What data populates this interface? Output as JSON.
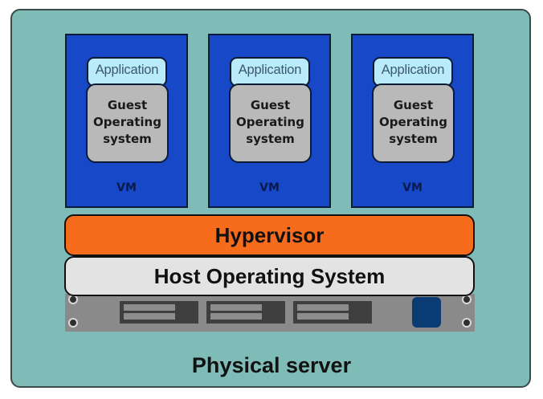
{
  "diagram": {
    "title": "Physical server",
    "colors": {
      "server_background": "#7fbcb7",
      "vm_background": "#1648c8",
      "application_background": "#b9ebfb",
      "guest_os_background": "#b9b9b9",
      "hypervisor_background": "#f76b1c",
      "host_os_background": "#e3e3e3",
      "chassis_background": "#8a8a8a",
      "power_button": "#0a3b73"
    },
    "vms": [
      {
        "label": "VM",
        "application": "Application",
        "guest_os": "Guest Operating system",
        "guest_os_lines": [
          "Guest",
          "Operating",
          "system"
        ]
      },
      {
        "label": "VM",
        "application": "Application",
        "guest_os": "Guest Operating system",
        "guest_os_lines": [
          "Guest",
          "Operating",
          "system"
        ]
      },
      {
        "label": "VM",
        "application": "Application",
        "guest_os": "Guest Operating system",
        "guest_os_lines": [
          "Guest",
          "Operating",
          "system"
        ]
      }
    ],
    "hypervisor": "Hypervisor",
    "host_os": "Host Operating System",
    "hardware": {
      "drive_bays": 3,
      "power_button": "power-button-icon"
    }
  }
}
